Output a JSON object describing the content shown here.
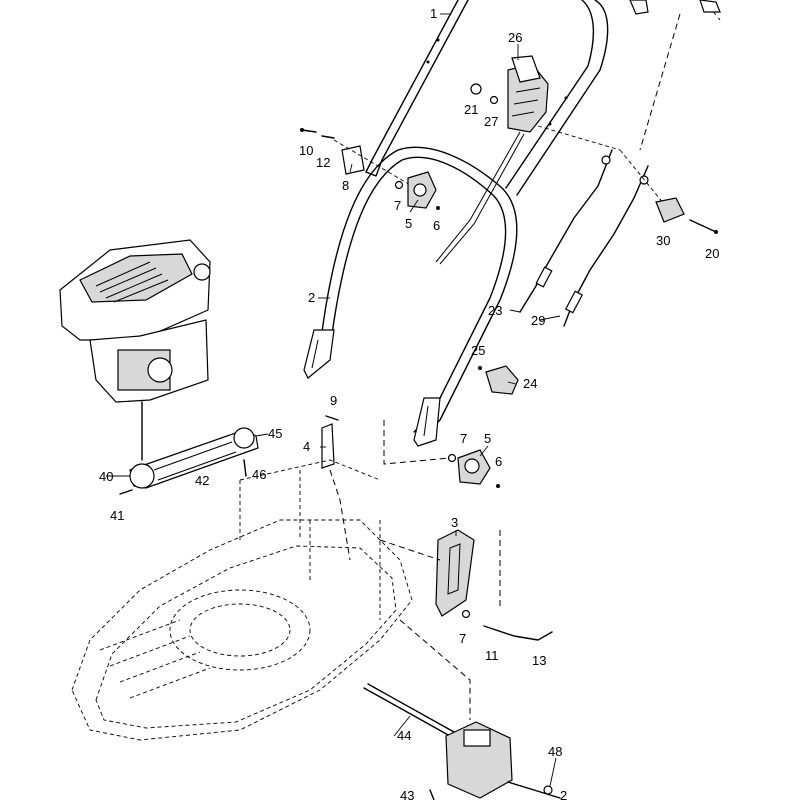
{
  "callouts": [
    {
      "id": "p1",
      "label": "1"
    },
    {
      "id": "p2",
      "label": "2"
    },
    {
      "id": "p3",
      "label": "3"
    },
    {
      "id": "p4",
      "label": "4"
    },
    {
      "id": "p5a",
      "label": "5"
    },
    {
      "id": "p5b",
      "label": "5"
    },
    {
      "id": "p6a",
      "label": "6"
    },
    {
      "id": "p6b",
      "label": "6"
    },
    {
      "id": "p7a",
      "label": "7"
    },
    {
      "id": "p7b",
      "label": "7"
    },
    {
      "id": "p7c",
      "label": "7"
    },
    {
      "id": "p8",
      "label": "8"
    },
    {
      "id": "p9",
      "label": "9"
    },
    {
      "id": "p10",
      "label": "10"
    },
    {
      "id": "p11",
      "label": "11"
    },
    {
      "id": "p12",
      "label": "12"
    },
    {
      "id": "p13",
      "label": "13"
    },
    {
      "id": "p20",
      "label": "20"
    },
    {
      "id": "p21",
      "label": "21"
    },
    {
      "id": "p23",
      "label": "23"
    },
    {
      "id": "p24",
      "label": "24"
    },
    {
      "id": "p25",
      "label": "25"
    },
    {
      "id": "p26",
      "label": "26"
    },
    {
      "id": "p27",
      "label": "27"
    },
    {
      "id": "p29",
      "label": "29"
    },
    {
      "id": "p30",
      "label": "30"
    },
    {
      "id": "p40",
      "label": "40"
    },
    {
      "id": "p41",
      "label": "41"
    },
    {
      "id": "p42",
      "label": "42"
    },
    {
      "id": "p43",
      "label": "43"
    },
    {
      "id": "p44",
      "label": "44"
    },
    {
      "id": "p45",
      "label": "45"
    },
    {
      "id": "p46",
      "label": "46"
    },
    {
      "id": "p48",
      "label": "48"
    },
    {
      "id": "p49",
      "label": "2"
    }
  ]
}
